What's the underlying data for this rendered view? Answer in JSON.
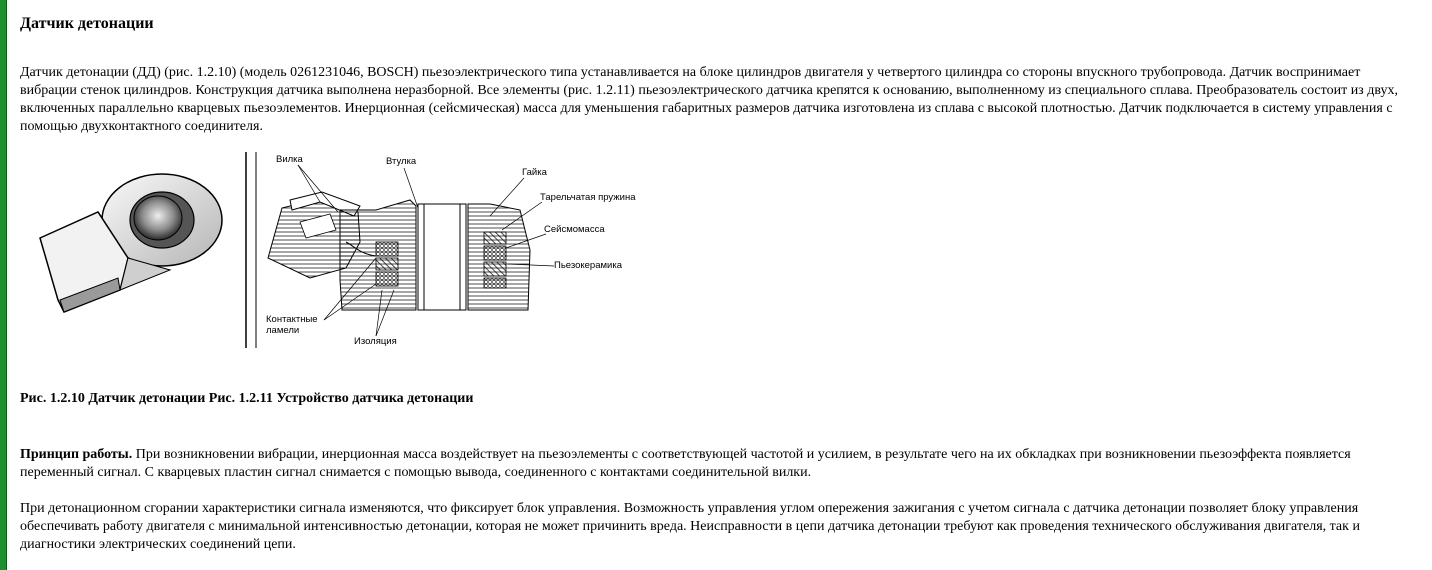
{
  "title": "Датчик детонации",
  "paragraph1": "Датчик детонации (ДД) (рис. 1.2.10) (модель 0261231046, BOSCH) пьезоэлектрического типа устанавливается на блоке цилиндров двигателя у четвертого цилиндра со стороны впускного трубопровода. Датчик воспринимает вибрации стенок цилиндров. Конструкция датчика выполнена неразборной. Все элементы (рис. 1.2.11) пьезоэлектрического датчика крепятся к основанию, выполненному из специального сплава. Преобразователь состоит из двух, включенных параллельно кварцевых пьезоэлементов. Инерционная (сейсмическая) масса для уменьшения габаритных размеров датчика изготовлена из сплава с высокой плотностью. Датчик подключается в систему управления с помощью двухконтактного соединителя.",
  "figure_labels": {
    "vilka": "Вилка",
    "vtulka": "Втулка",
    "gaika": "Гайка",
    "pruzhina": "Тарельчатая пружина",
    "seismomassa": "Сейсмомасса",
    "piezokeramika": "Пьезокерамика",
    "kontaktnye1": "Контактные",
    "kontaktnye2": "ламели",
    "izolyatsiya": "Изоляция"
  },
  "caption": "Рис. 1.2.10 Датчик детонации Рис. 1.2.11 Устройство датчика детонации",
  "paragraph2_lead": "Принцип работы.",
  "paragraph2_body": " При возникновении вибрации, инерционная масса воздействует на пьезоэлементы с соответствующей частотой и усилием, в результате чего на их обкладках при возникновении пьезоэффекта появляется переменный сигнал. С кварцевых пластин сигнал снимается с помощью вывода, соединенного с контактами соединительной вилки.",
  "paragraph3": "При детонационном сгорании характеристики сигнала изменяются, что фиксирует блок управления. Возможность управления углом опережения зажигания с учетом сигнала с датчика детонации позволяет блоку управления обеспечивать работу двигателя с минимальной интенсивностью детонации, которая не может причинить вреда. Неисправности в цепи датчика детонации требуют как проведения технического обслуживания двигателя, так и диагностики электрических соединений цепи.",
  "accent_color": "#1e8f2e"
}
